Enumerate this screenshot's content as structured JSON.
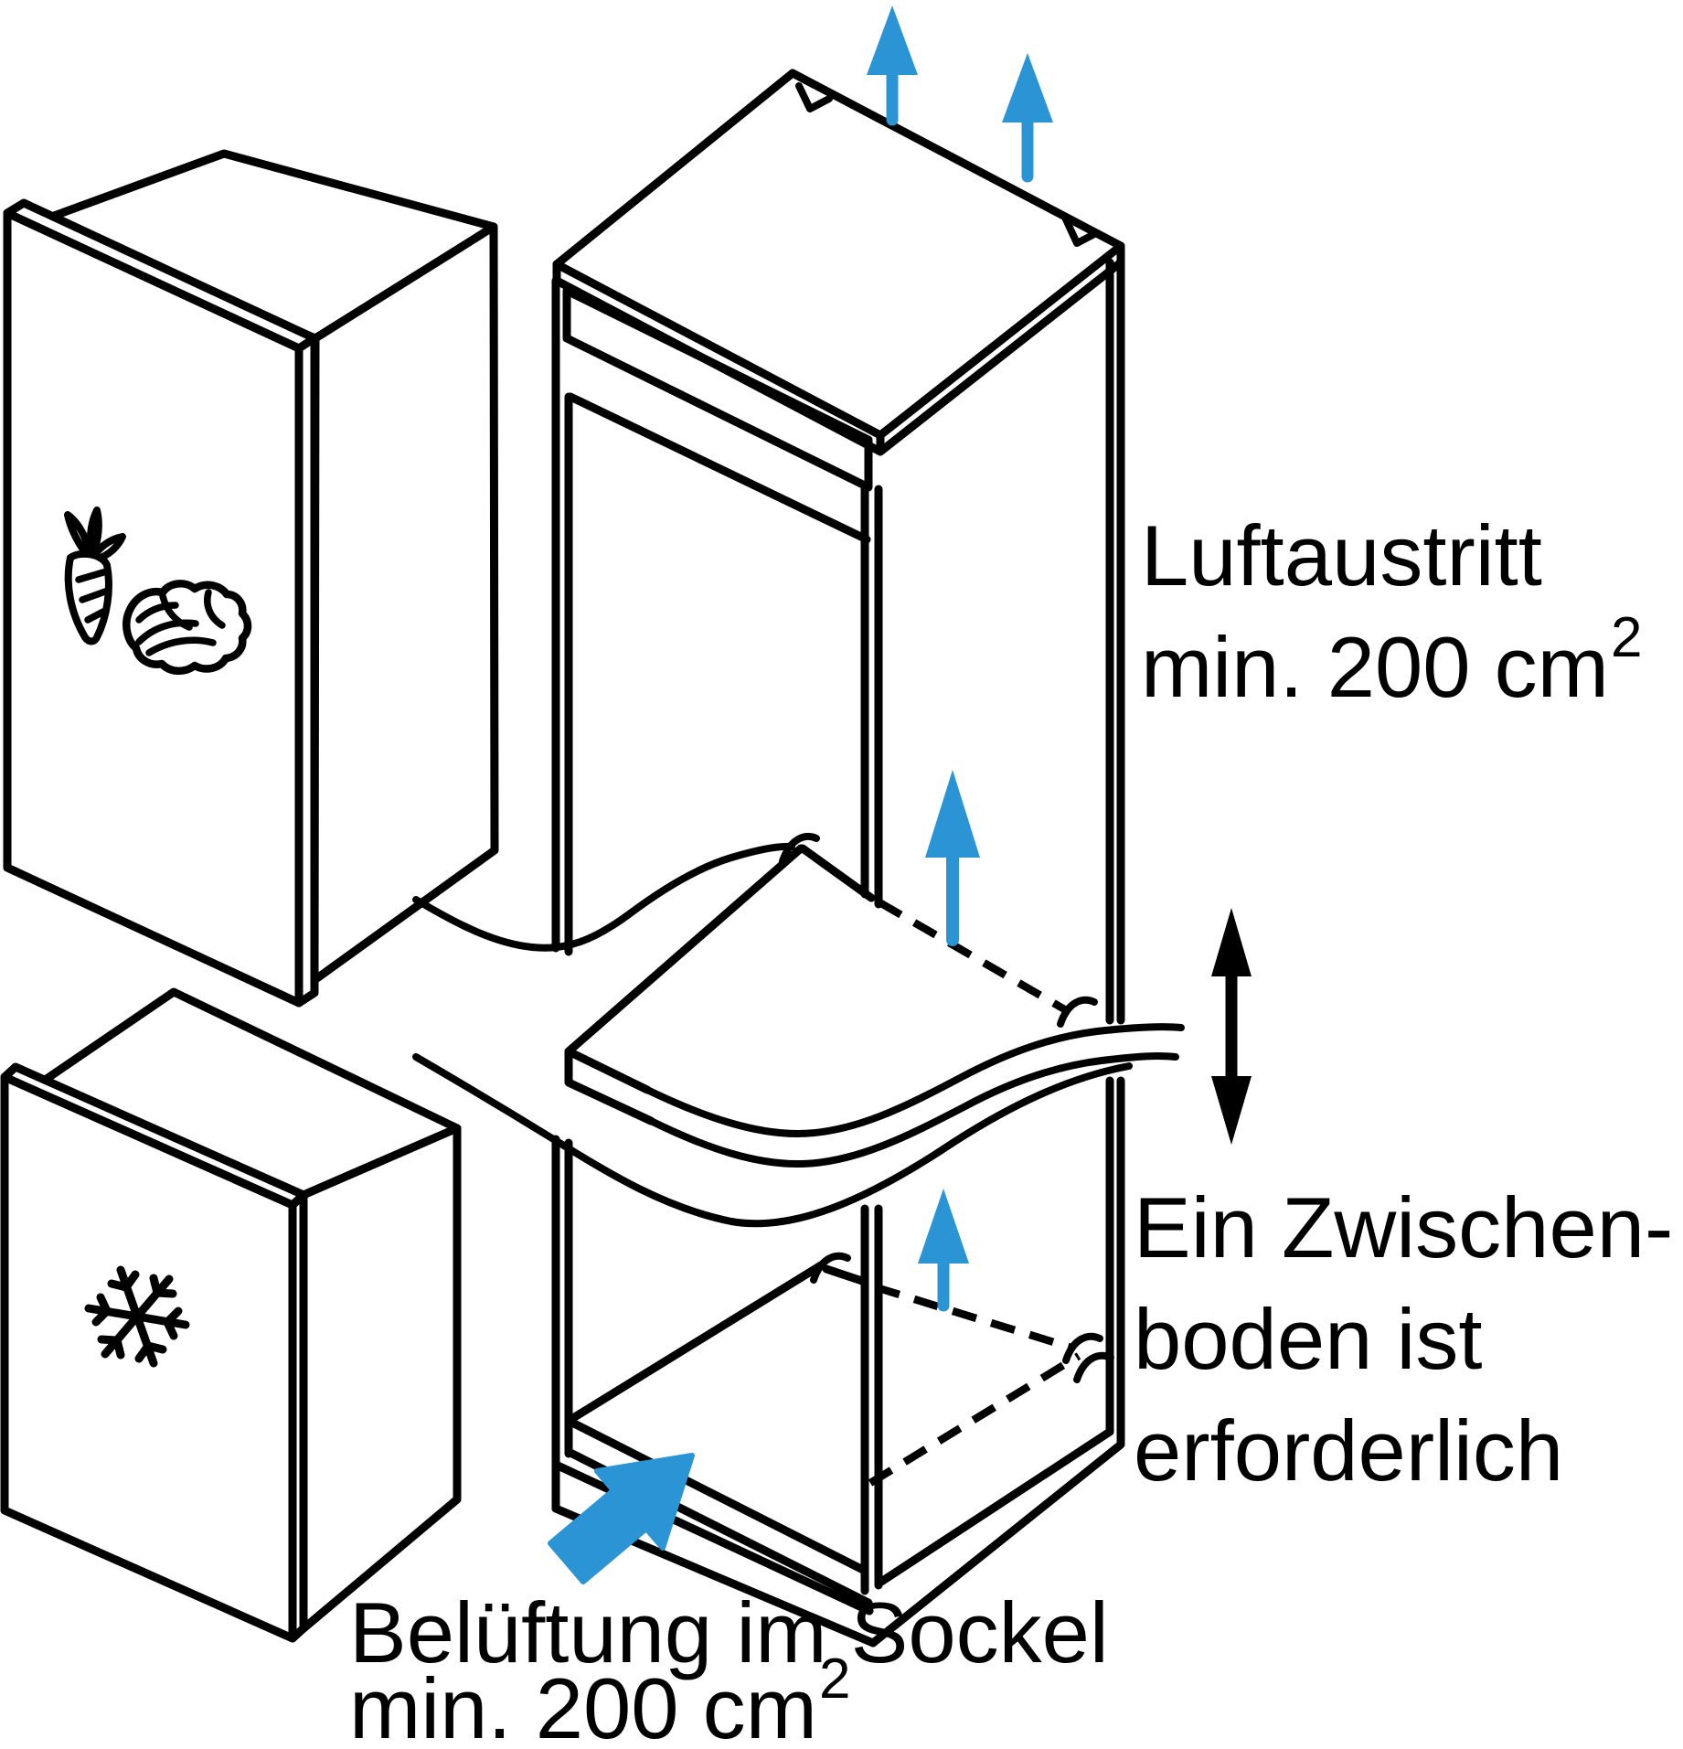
{
  "diagram_title": "Built-in refrigerator niche ventilation diagram",
  "colors": {
    "line": "#000000",
    "accent_blue": "#2B94D5",
    "background": "#ffffff"
  },
  "labels": {
    "air_outlet": {
      "line1": "Luftaustritt",
      "line2": "min. 200 cm",
      "sup": "2"
    },
    "intermediate_shelf": {
      "line1": "Ein Zwischen-",
      "line2": "boden ist",
      "line3": "erforderlich"
    },
    "base_ventilation": {
      "line1": "Belüftung im Sockel",
      "line2": "min. 200 cm",
      "sup": "2"
    }
  },
  "icons": {
    "fridge_door": [
      "carrot-icon",
      "cabbage-icon"
    ],
    "freezer_door": [
      "snowflake-icon"
    ]
  },
  "arrows": {
    "top_air_outlet": {
      "count": 2,
      "direction": "up",
      "color": "#2B94D5"
    },
    "shelf_airflow": {
      "count": 1,
      "direction": "up",
      "color": "#2B94D5"
    },
    "bottom_airflow": {
      "count": 1,
      "direction": "up",
      "color": "#2B94D5"
    },
    "base_intake": {
      "count": 1,
      "direction": "up-right",
      "color": "#2B94D5"
    },
    "shelf_height_adjust": {
      "count": 1,
      "direction": "up-down",
      "color": "#000000"
    }
  }
}
